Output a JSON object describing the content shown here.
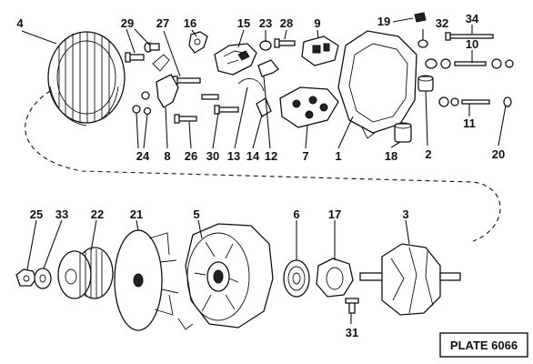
{
  "diagram": {
    "plate_label": "PLATE 6066",
    "callouts": [
      "1",
      "2",
      "3",
      "4",
      "5",
      "6",
      "7",
      "8",
      "9",
      "10",
      "11",
      "12",
      "13",
      "14",
      "15",
      "16",
      "17",
      "18",
      "19",
      "20",
      "21",
      "22",
      "23",
      "24",
      "25",
      "26",
      "27",
      "28",
      "29",
      "30",
      "31",
      "32",
      "33",
      "34"
    ],
    "colors": {
      "ink": "#111111",
      "paper": "#ffffff"
    }
  }
}
